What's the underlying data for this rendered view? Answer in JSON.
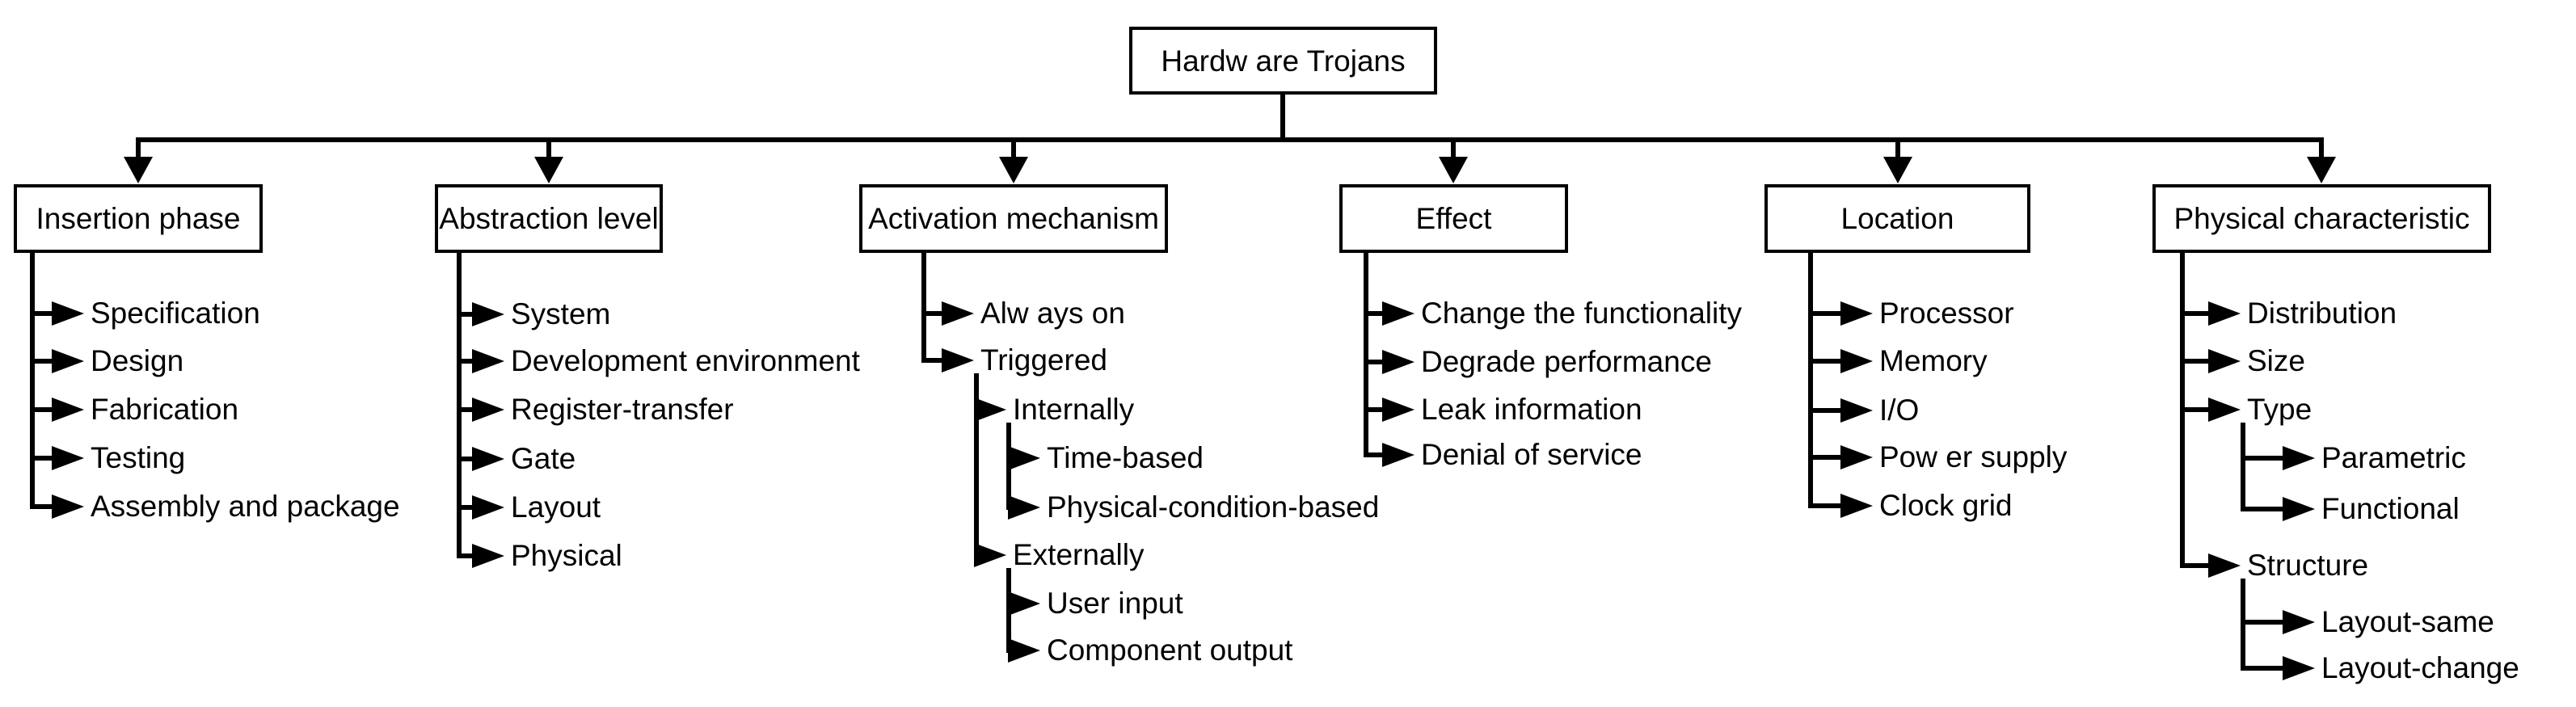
{
  "diagram": {
    "root": {
      "label": "Hardw are Trojans"
    },
    "columns": [
      {
        "title": "Insertion phase",
        "items": [
          {
            "label": "Specification"
          },
          {
            "label": "Design"
          },
          {
            "label": "Fabrication"
          },
          {
            "label": "Testing"
          },
          {
            "label": "Assembly and package"
          }
        ]
      },
      {
        "title": "Abstraction level",
        "items": [
          {
            "label": "System"
          },
          {
            "label": "Development environment"
          },
          {
            "label": "Register-transfer"
          },
          {
            "label": "Gate"
          },
          {
            "label": "Layout"
          },
          {
            "label": "Physical"
          }
        ]
      },
      {
        "title": "Activation mechanism",
        "items": [
          {
            "label": "Alw ays on"
          },
          {
            "label": "Triggered",
            "children": [
              {
                "label": "Internally",
                "children": [
                  {
                    "label": "Time-based"
                  },
                  {
                    "label": "Physical-condition-based"
                  }
                ]
              },
              {
                "label": "Externally",
                "children": [
                  {
                    "label": "User input"
                  },
                  {
                    "label": "Component output"
                  }
                ]
              }
            ]
          }
        ]
      },
      {
        "title": "Effect",
        "items": [
          {
            "label": "Change the functionality"
          },
          {
            "label": "Degrade performance"
          },
          {
            "label": "Leak information"
          },
          {
            "label": "Denial of service"
          }
        ]
      },
      {
        "title": "Location",
        "items": [
          {
            "label": "Processor"
          },
          {
            "label": "Memory"
          },
          {
            "label": "I/O"
          },
          {
            "label": "Pow er supply"
          },
          {
            "label": "Clock grid"
          }
        ]
      },
      {
        "title": "Physical characteristic",
        "items": [
          {
            "label": "Distribution"
          },
          {
            "label": "Size"
          },
          {
            "label": "Type",
            "children": [
              {
                "label": "Parametric"
              },
              {
                "label": "Functional"
              }
            ]
          },
          {
            "label": "Structure",
            "children": [
              {
                "label": "Layout-same"
              },
              {
                "label": "Layout-change"
              }
            ]
          }
        ]
      }
    ]
  },
  "colors": {
    "line": "#000000",
    "text": "#000000",
    "background": "#ffffff",
    "box_fill": "#ffffff"
  }
}
